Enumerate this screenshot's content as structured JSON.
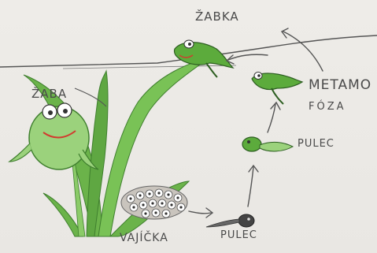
{
  "labels": {
    "zabka": "ŽABKA",
    "zaba": "ŽABA",
    "metamo": "METAMO",
    "foza": "FÓZA",
    "pulec_top": "PULEC",
    "pulec_bottom": "PULEC",
    "vajicka": "VAJÍČKA"
  },
  "colors": {
    "grass": "#6bb34a",
    "grass_dark": "#3f7f2e",
    "pencil": "#4a4a4a",
    "frog_mouth": "#d23b2f"
  }
}
